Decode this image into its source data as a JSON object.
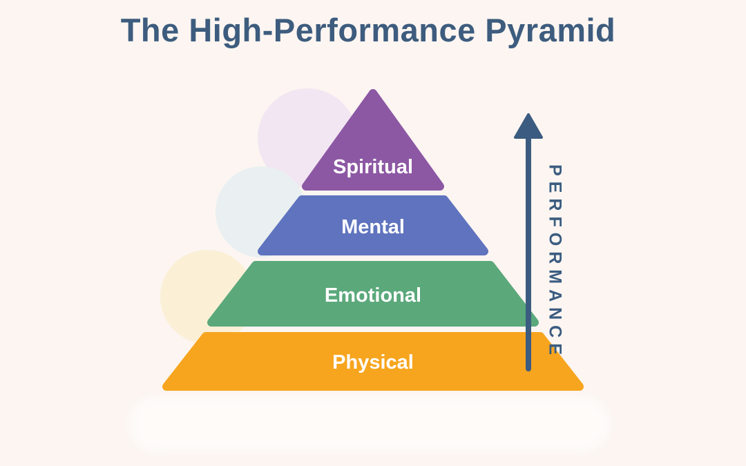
{
  "title": "The High-Performance Pyramid",
  "performance_axis": {
    "label": "PERFORMANCE",
    "direction": "up"
  },
  "pyramid": {
    "levels": [
      {
        "label": "Spiritual",
        "color": "#8C58A3"
      },
      {
        "label": "Mental",
        "color": "#5F73BE"
      },
      {
        "label": "Emotional",
        "color": "#5BA87B"
      },
      {
        "label": "Physical",
        "color": "#F7A51E"
      }
    ]
  },
  "colors": {
    "background": "#FCF5F1",
    "title-ink": "#3D5C7E",
    "arrow-ink": "#3B5C80",
    "label-ink": "#FFFFFF",
    "decor-lavender": "#F2E6F2",
    "decor-bluegray": "#EAF0F1",
    "decor-yellow": "#FBF0D6"
  }
}
